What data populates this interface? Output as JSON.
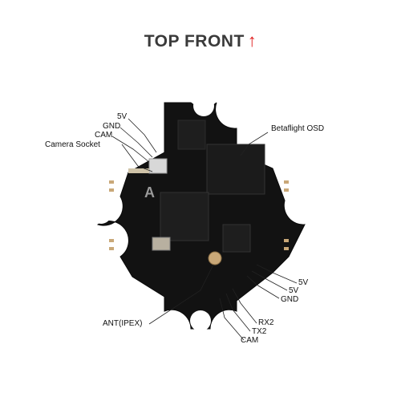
{
  "title": {
    "text": "TOP FRONT",
    "arrow": "↑",
    "arrow_color": "#e02020"
  },
  "board": {
    "color": "#121212",
    "pad_color": "#c9a878",
    "chip_color": "#1e1e1e",
    "logo": "A"
  },
  "labels": {
    "v5_top": "5V",
    "gnd_top": "GND",
    "cam_top": "CAM",
    "camera_socket": "Camera Socket",
    "osd": "Betaflight OSD",
    "v5_right": "5V",
    "v5_right2": "5V",
    "gnd_right": "GND",
    "ant": "ANT(IPEX)",
    "rx2": "RX2",
    "tx2": "TX2",
    "cam_bottom": "CAM"
  }
}
